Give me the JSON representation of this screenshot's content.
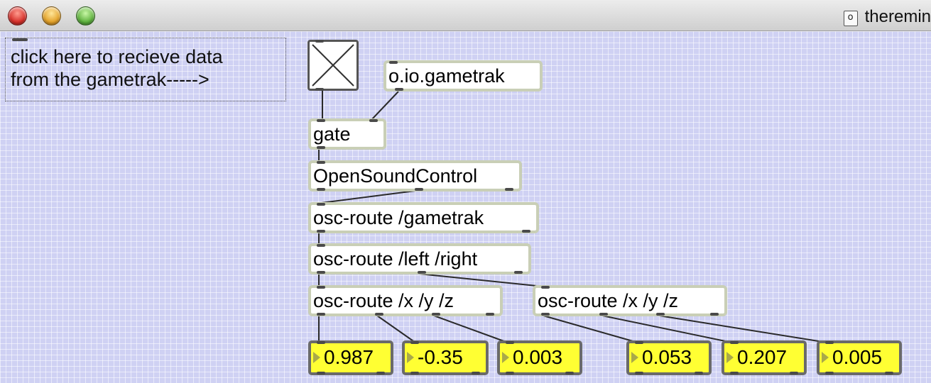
{
  "window": {
    "title": "theremin"
  },
  "patch": {
    "comment": [
      "click here to recieve data",
      "from the gametrak----->"
    ],
    "objects": {
      "gametrak": "o.io.gametrak",
      "gate": "gate",
      "osc": "OpenSoundControl",
      "route_gametrak": "osc-route /gametrak",
      "route_left_right": "osc-route /left /right",
      "route_xyz_left": "osc-route /x /y /z",
      "route_xyz_right": "osc-route /x /y /z"
    },
    "number_boxes": [
      "0.987",
      "-0.35",
      "0.003",
      "0.053",
      "0.207",
      "0.005"
    ]
  },
  "colors": {
    "canvas": "#cfd1f3",
    "number_box": "#ffff33",
    "object_border": "#c9cfb6",
    "patch_cord": "#2a2a2a"
  }
}
